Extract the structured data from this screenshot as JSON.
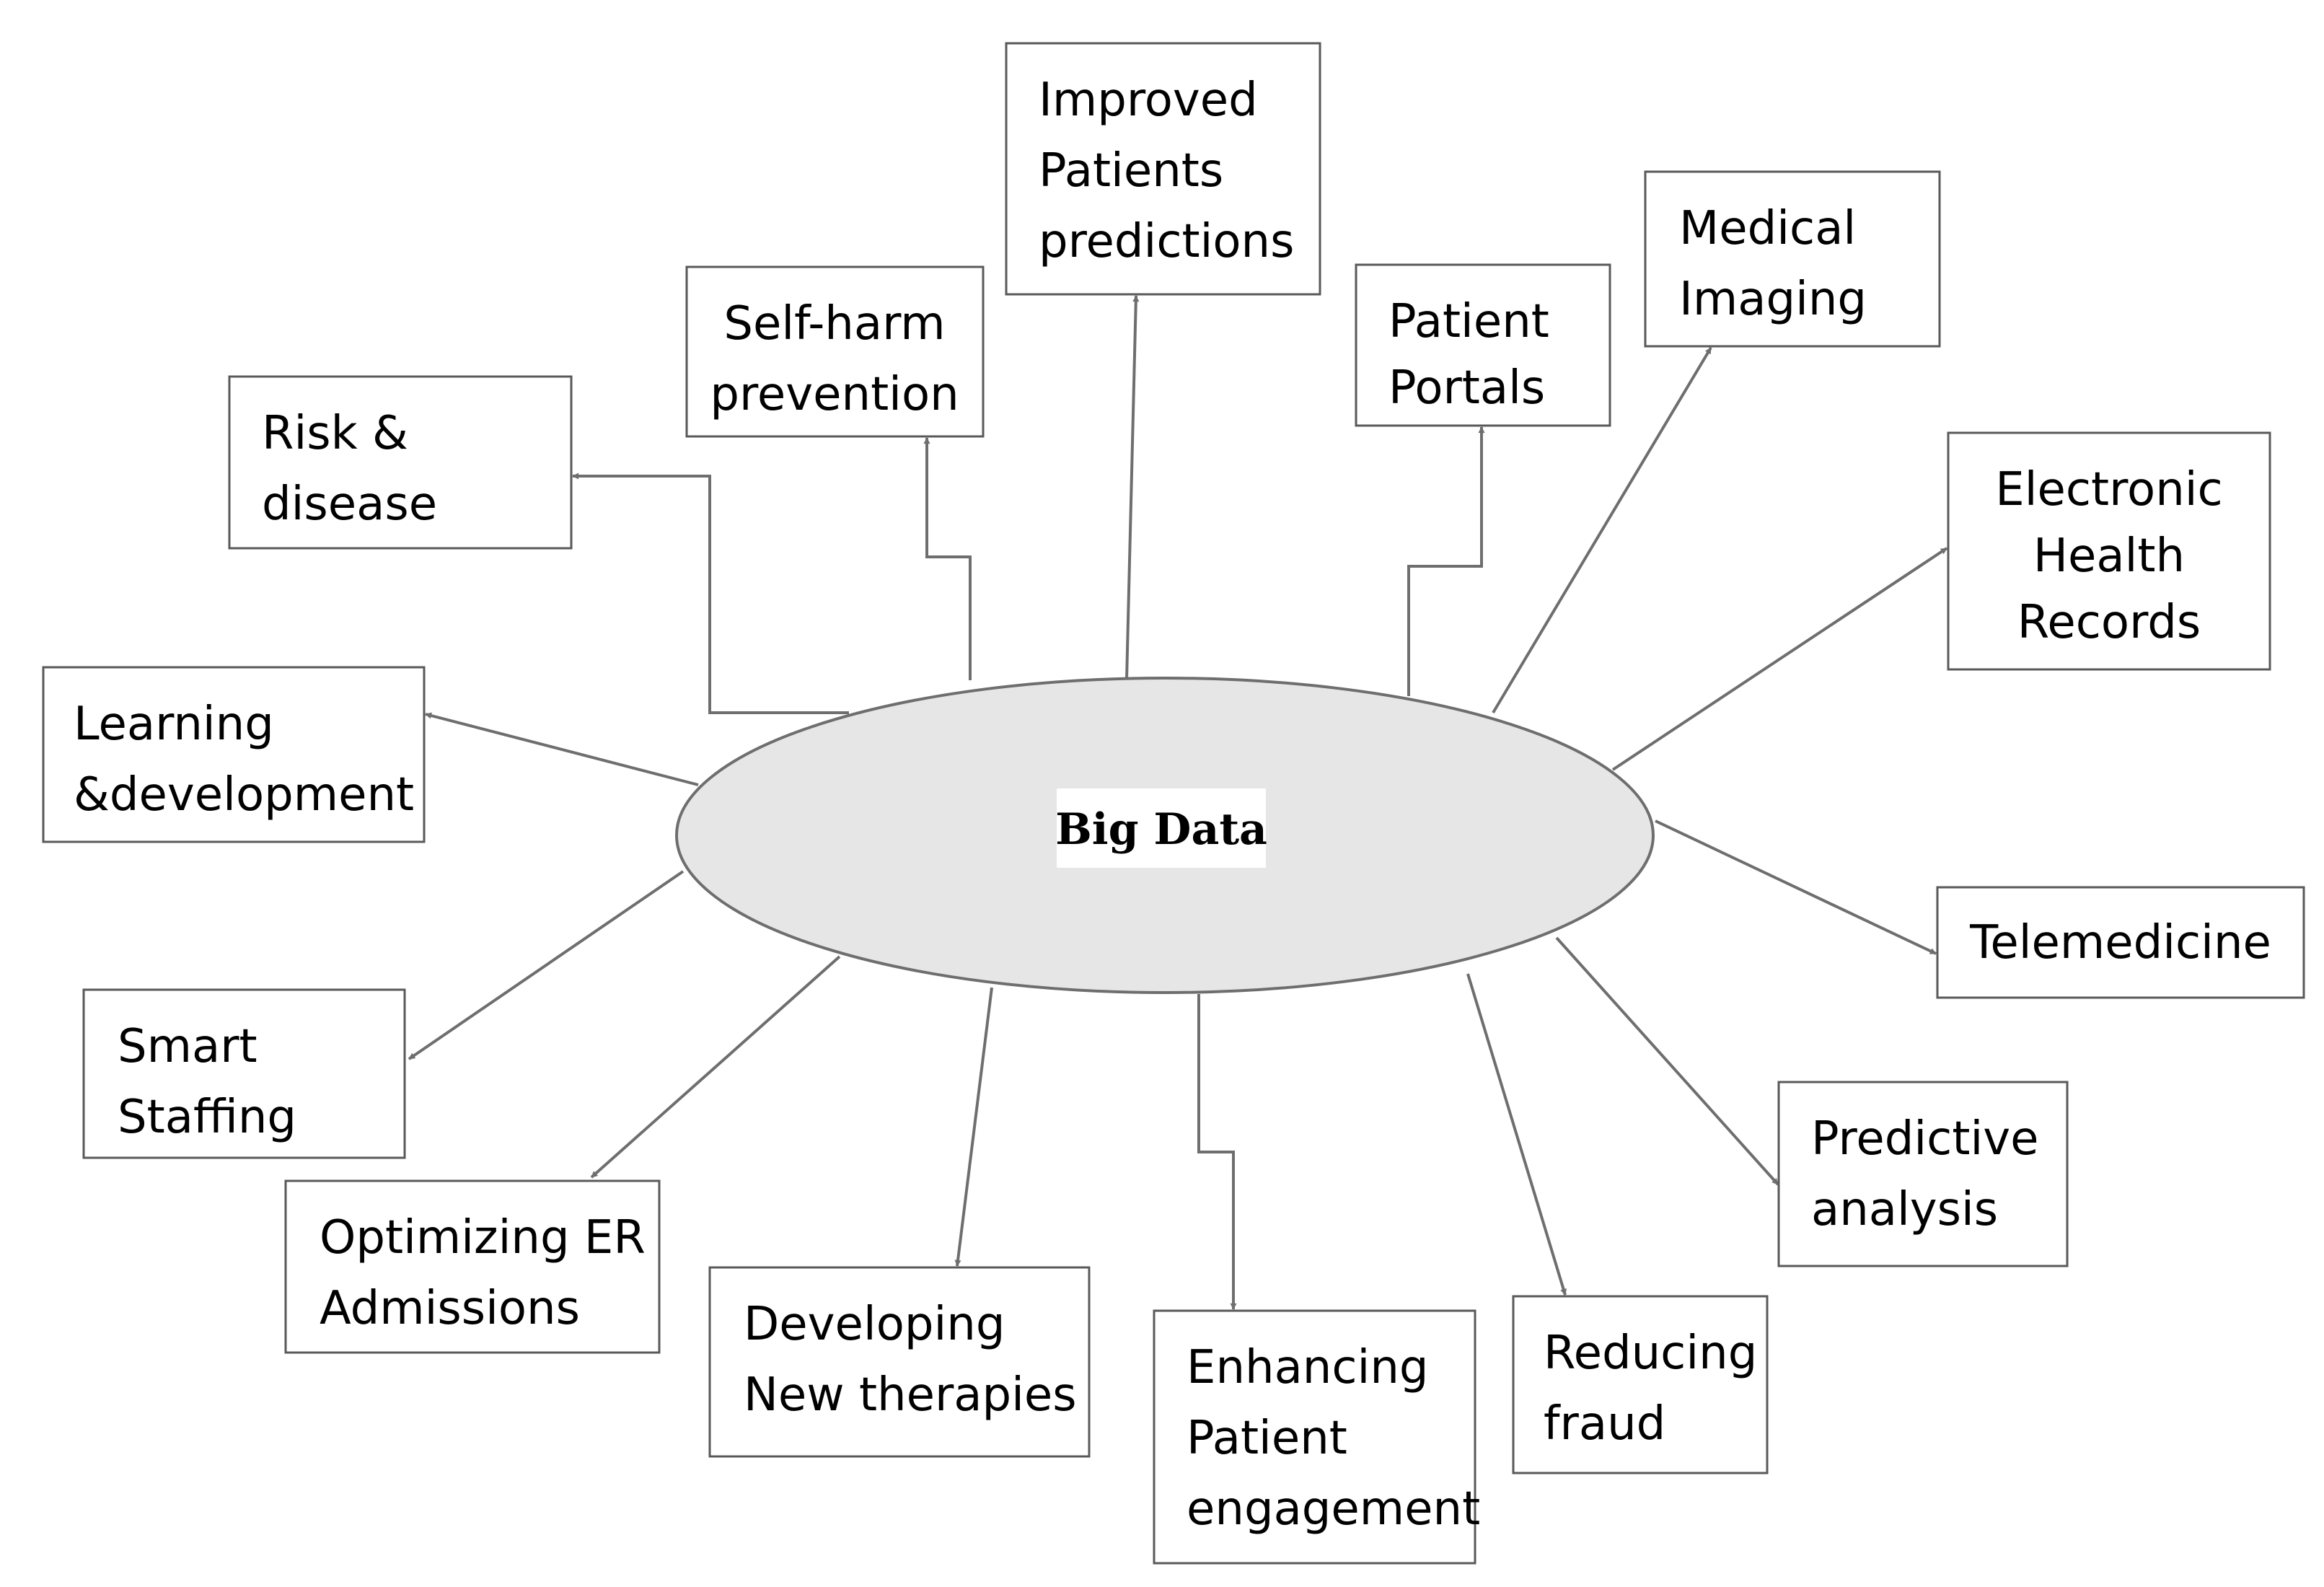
{
  "center": {
    "label": "Big Data"
  },
  "nodes": [
    {
      "id": "improved-patients-predictions",
      "lines": [
        "Improved",
        "Patients",
        "predictions"
      ]
    },
    {
      "id": "self-harm-prevention",
      "lines": [
        "Self-harm",
        "prevention"
      ]
    },
    {
      "id": "risk-disease",
      "lines": [
        "Risk &",
        "disease"
      ]
    },
    {
      "id": "learning-development",
      "lines": [
        "Learning",
        "&development"
      ]
    },
    {
      "id": "smart-staffing",
      "lines": [
        "Smart",
        "Staffing"
      ]
    },
    {
      "id": "optimizing-er-admissions",
      "lines": [
        "Optimizing ER",
        "Admissions"
      ]
    },
    {
      "id": "developing-new-therapies",
      "lines": [
        "Developing",
        "New therapies"
      ]
    },
    {
      "id": "enhancing-patient-engagement",
      "lines": [
        "Enhancing",
        "Patient",
        "engagement"
      ]
    },
    {
      "id": "reducing-fraud",
      "lines": [
        "Reducing",
        "fraud"
      ]
    },
    {
      "id": "predictive-analysis",
      "lines": [
        "Predictive",
        "analysis"
      ]
    },
    {
      "id": "telemedicine",
      "lines": [
        "Telemedicine"
      ]
    },
    {
      "id": "electronic-health-records",
      "lines": [
        "Electronic",
        "Health",
        "Records"
      ]
    },
    {
      "id": "medical-imaging",
      "lines": [
        "Medical",
        "Imaging"
      ]
    },
    {
      "id": "patient-portals",
      "lines": [
        "Patient",
        "Portals"
      ]
    }
  ],
  "colors": {
    "ellipse_fill": "#e6e6e6",
    "stroke": "#6e6e6e",
    "box_border": "#595959"
  }
}
